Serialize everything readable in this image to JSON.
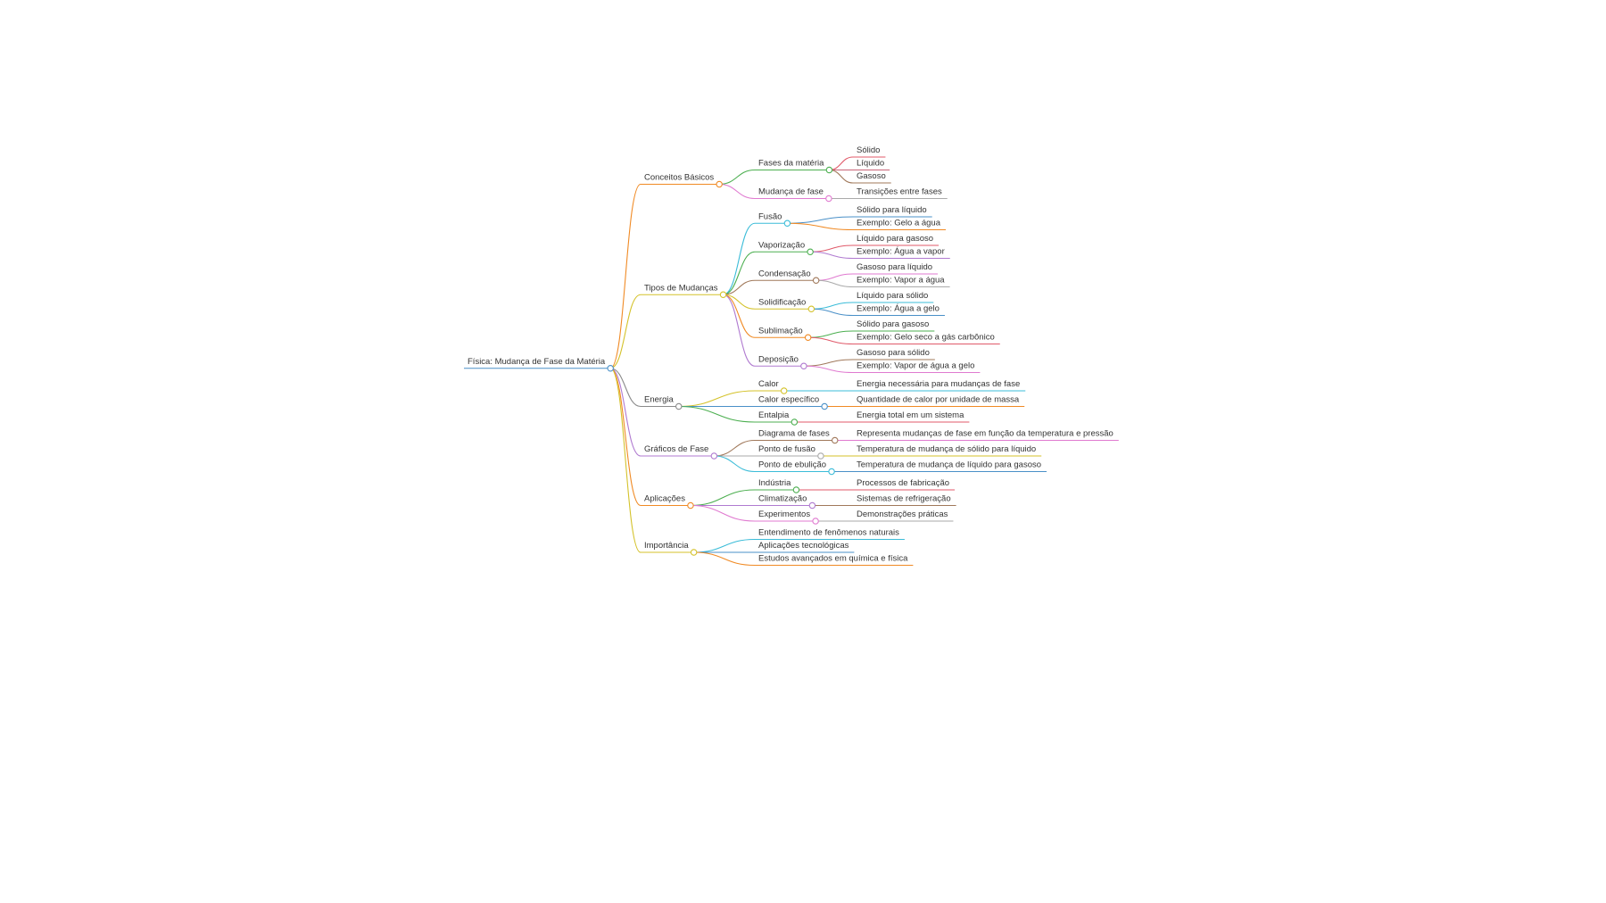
{
  "mindmap": {
    "root": {
      "label": "Física: Mudança de Fase da Matéria",
      "color": "#4a90c8",
      "children": [
        {
          "label": "Conceitos Básicos",
          "color": "#f08a24",
          "children": [
            {
              "label": "Fases da matéria",
              "color": "#4caf50",
              "children": [
                {
                  "label": "Sólido",
                  "color": "#e05a6a"
                },
                {
                  "label": "Líquido",
                  "color": "#c86478"
                },
                {
                  "label": "Gasoso",
                  "color": "#a0785a"
                }
              ]
            },
            {
              "label": "Mudança de fase",
              "color": "#e07ad0",
              "children": [
                {
                  "label": "Transições entre fases",
                  "color": "#aaaaaa"
                }
              ]
            }
          ]
        },
        {
          "label": "Tipos de Mudanças",
          "color": "#d4c22a",
          "children": [
            {
              "label": "Fusão",
              "color": "#3bbcd8",
              "children": [
                {
                  "label": "Sólido para líquido",
                  "color": "#4a90c8"
                },
                {
                  "label": "Exemplo: Gelo a água",
                  "color": "#f08a24"
                }
              ]
            },
            {
              "label": "Vaporização",
              "color": "#4caf50",
              "children": [
                {
                  "label": "Líquido para gasoso",
                  "color": "#e05a6a"
                },
                {
                  "label": "Exemplo: Água a vapor",
                  "color": "#b07ad0"
                }
              ]
            },
            {
              "label": "Condensação",
              "color": "#a0785a",
              "children": [
                {
                  "label": "Gasoso para líquido",
                  "color": "#e07ad0"
                },
                {
                  "label": "Exemplo: Vapor a água",
                  "color": "#aaaaaa"
                }
              ]
            },
            {
              "label": "Solidificação",
              "color": "#d4c22a",
              "children": [
                {
                  "label": "Líquido para sólido",
                  "color": "#3bbcd8"
                },
                {
                  "label": "Exemplo: Água a gelo",
                  "color": "#4a90c8"
                }
              ]
            },
            {
              "label": "Sublimação",
              "color": "#f08a24",
              "children": [
                {
                  "label": "Sólido para gasoso",
                  "color": "#4caf50"
                },
                {
                  "label": "Exemplo: Gelo seco a gás carbônico",
                  "color": "#e05a6a"
                }
              ]
            },
            {
              "label": "Deposição",
              "color": "#b07ad0",
              "children": [
                {
                  "label": "Gasoso para sólido",
                  "color": "#a0785a"
                },
                {
                  "label": "Exemplo: Vapor de água a gelo",
                  "color": "#e07ad0"
                }
              ]
            }
          ]
        },
        {
          "label": "Energia",
          "color": "#8a8a8a",
          "children": [
            {
              "label": "Calor",
              "color": "#d4c22a",
              "children": [
                {
                  "label": "Energia necessária para mudanças de fase",
                  "color": "#3bbcd8"
                }
              ]
            },
            {
              "label": "Calor específico",
              "color": "#4a90c8",
              "children": [
                {
                  "label": "Quantidade de calor por unidade de massa",
                  "color": "#f08a24"
                }
              ]
            },
            {
              "label": "Entalpia",
              "color": "#4caf50",
              "children": [
                {
                  "label": "Energia total em um sistema",
                  "color": "#e05a6a"
                }
              ]
            }
          ]
        },
        {
          "label": "Gráficos de Fase",
          "color": "#b07ad0",
          "children": [
            {
              "label": "Diagrama de fases",
              "color": "#a0785a",
              "children": [
                {
                  "label": "Representa mudanças de fase em função da temperatura e pressão",
                  "color": "#e07ad0"
                }
              ]
            },
            {
              "label": "Ponto de fusão",
              "color": "#aaaaaa",
              "children": [
                {
                  "label": "Temperatura de mudança de sólido para líquido",
                  "color": "#d4c22a"
                }
              ]
            },
            {
              "label": "Ponto de ebulição",
              "color": "#3bbcd8",
              "children": [
                {
                  "label": "Temperatura de mudança de líquido para gasoso",
                  "color": "#4a90c8"
                }
              ]
            }
          ]
        },
        {
          "label": "Aplicações",
          "color": "#f08a24",
          "children": [
            {
              "label": "Indústria",
              "color": "#4caf50",
              "children": [
                {
                  "label": "Processos de fabricação",
                  "color": "#e05a6a"
                }
              ]
            },
            {
              "label": "Climatização",
              "color": "#b07ad0",
              "children": [
                {
                  "label": "Sistemas de refrigeração",
                  "color": "#a0785a"
                }
              ]
            },
            {
              "label": "Experimentos",
              "color": "#e07ad0",
              "children": [
                {
                  "label": "Demonstrações práticas",
                  "color": "#aaaaaa"
                }
              ]
            }
          ]
        },
        {
          "label": "Importância",
          "color": "#d4c22a",
          "children": [
            {
              "label": "Entendimento de fenômenos naturais",
              "color": "#3bbcd8"
            },
            {
              "label": "Aplicações tecnológicas",
              "color": "#4a90c8"
            },
            {
              "label": "Estudos avançados em química e física",
              "color": "#f08a24"
            }
          ]
        }
      ]
    }
  }
}
